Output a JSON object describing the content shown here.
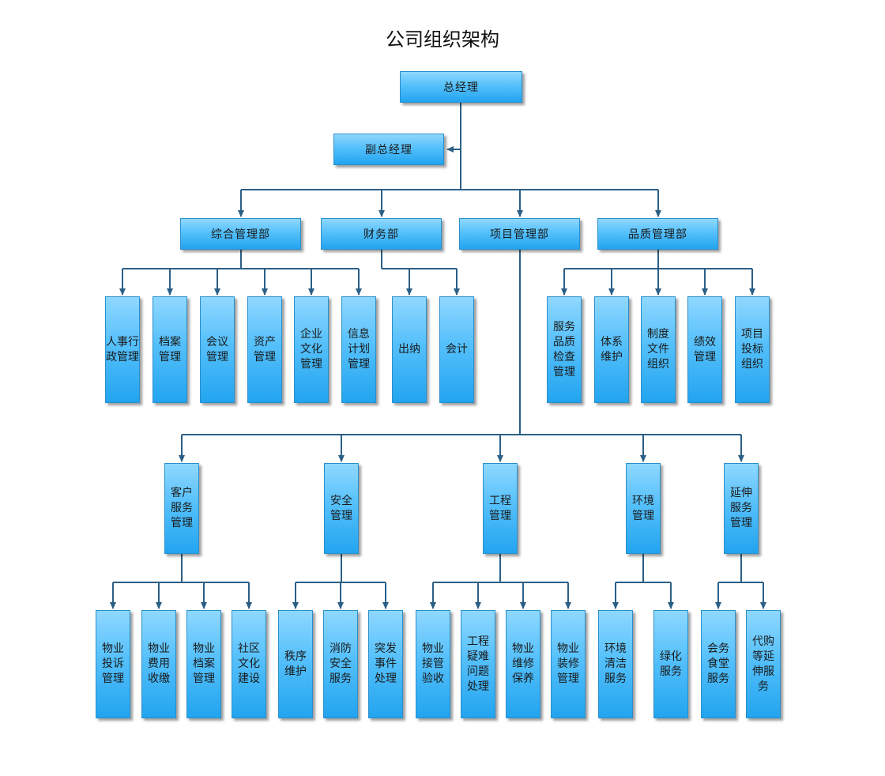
{
  "title": "公司组织架构",
  "nodes": {
    "gm": "总经理",
    "deputy": "副总经理",
    "admin": "综合管理部",
    "finance": "财务部",
    "project": "项目管理部",
    "quality": "品质管理部",
    "hr": "人事行政管理",
    "archive": "档案管理",
    "meeting": "会议管理",
    "asset": "资产管理",
    "culture": "企业文化管理",
    "infoplan": "信息计划管理",
    "cashier": "出纳",
    "accounting": "会计",
    "svc_inspect": "服务品质检查管理",
    "sys_maint": "体系维护",
    "policy_doc": "制度文件组织",
    "performance": "绩效管理",
    "bid": "项目投标组织",
    "customer": "客户服务管理",
    "security": "安全管理",
    "engineering": "工程管理",
    "environment": "环境管理",
    "extended": "延伸服务管理",
    "complaint": "物业投诉管理",
    "fee": "物业费用收缴",
    "prop_archive": "物业档案管理",
    "community": "社区文化建设",
    "order": "秩序维护",
    "fire": "消防安全服务",
    "emergency": "突发事件处理",
    "takeover": "物业接管验收",
    "eng_problem": "工程疑难问题处理",
    "repair": "物业维修保养",
    "renovation": "物业装修管理",
    "cleaning": "环境清洁服务",
    "greening": "绿化服务",
    "canteen": "会务食堂服务",
    "agency": "代购等延伸服务"
  }
}
